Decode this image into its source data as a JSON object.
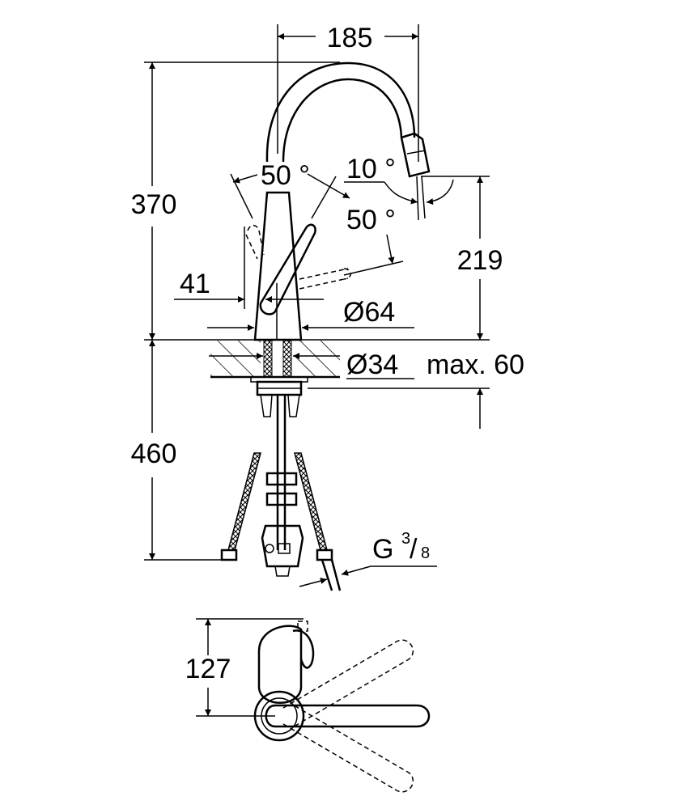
{
  "dimensions": {
    "width_185": "185",
    "height_370": "370",
    "angle_lever": "50 °",
    "angle_spray": "10 °",
    "angle_spray_2": "50 °",
    "height_219": "219",
    "offset_41": "41",
    "diameter_64": "Ø64",
    "diameter_34": "Ø34",
    "max_60": "max. 60",
    "hose_460": "460",
    "thread_g": "G",
    "thread_num": "3",
    "thread_den": "8",
    "projection_127": "127"
  },
  "colors": {
    "line": "#000000",
    "background": "#ffffff"
  }
}
